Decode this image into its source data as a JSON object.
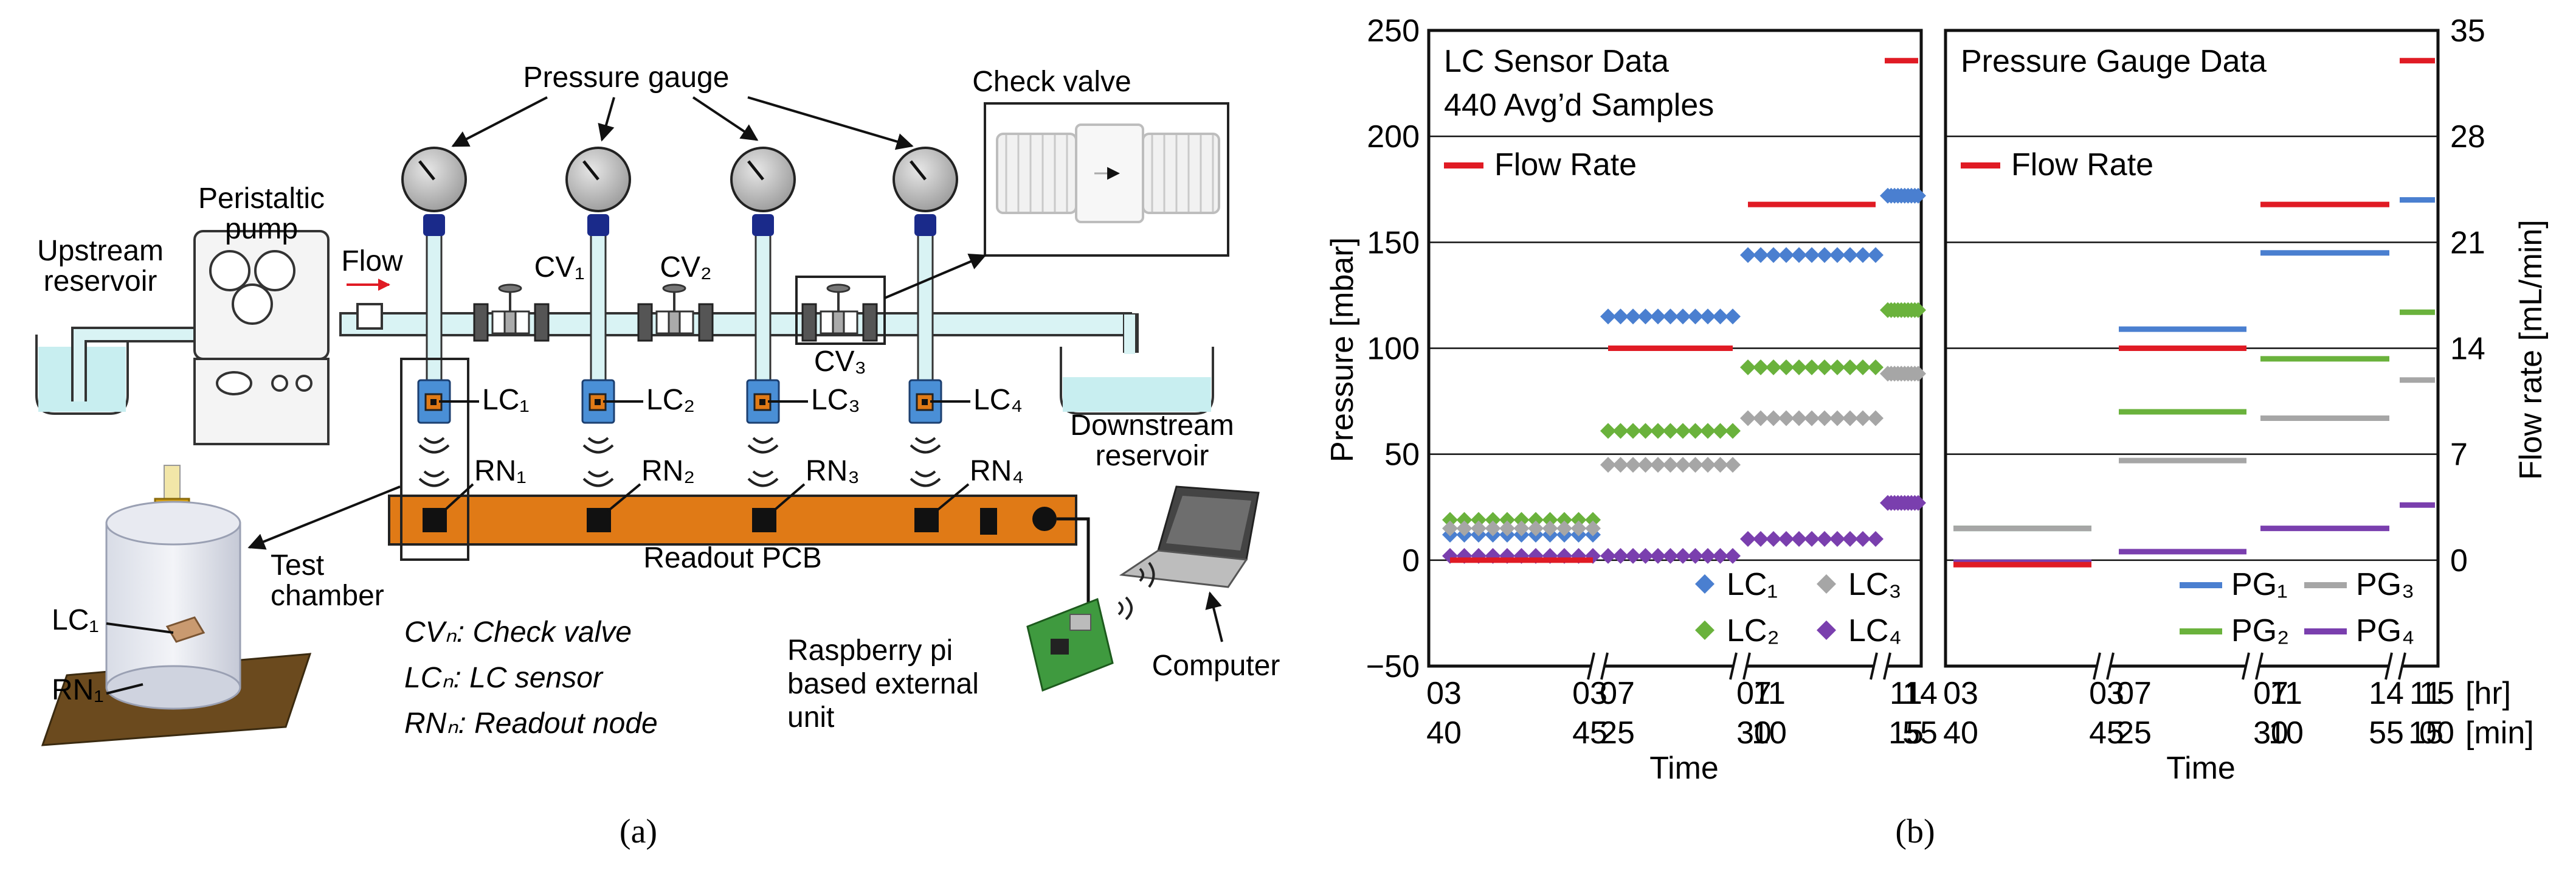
{
  "panel_a": {
    "caption": "(a)",
    "labels": {
      "pressure_gauge": "Pressure gauge",
      "check_valve": "Check valve",
      "peristaltic_pump": [
        "Peristaltic",
        "pump"
      ],
      "flow": "Flow",
      "upstream_reservoir": [
        "Upstream",
        "reservoir"
      ],
      "downstream_reservoir": [
        "Downstream",
        "reservoir"
      ],
      "cv1": "CV₁",
      "cv2": "CV₂",
      "cv3": "CV₃",
      "lc1": "LC₁",
      "lc2": "LC₂",
      "lc3": "LC₃",
      "lc4": "LC₄",
      "rn1": "RN₁",
      "rn2": "RN₂",
      "rn3": "RN₃",
      "rn4": "RN₄",
      "readout_pcb": "Readout PCB",
      "test_chamber": [
        "Test",
        "chamber"
      ],
      "chamber_lc1": "LC₁",
      "chamber_rn1": "RN₁",
      "legend_cv": "CVₙ: Check valve",
      "legend_lc": "LCₙ: LC sensor",
      "legend_rn": "RNₙ: Readout node",
      "raspberry": [
        "Raspberry pi",
        "based external",
        "unit"
      ],
      "computer": "Computer"
    },
    "colors": {
      "pipe": "#d9f3f4",
      "pipe_edge": "#333333",
      "sensor_blue": "#4a8fd6",
      "pcb_orange": "#e07a16",
      "gauge_gray": "#b5b5b5",
      "gauge_base": "#1a2a8a",
      "water": "#c8eef0"
    }
  },
  "panel_b": {
    "caption": "(b)",
    "left_title": [
      "LC Sensor Data",
      "440 Avg’d Samples"
    ],
    "right_title": "Pressure Gauge Data",
    "flow_rate_legend": "Flow Rate",
    "ylabel_left": "Pressure [mbar]",
    "ylabel_right": "Flow rate [mL/min]",
    "xlabel": "Time",
    "x_unit_hr": "[hr]",
    "x_unit_min": "[min]",
    "left_ticks": [
      "250",
      "200",
      "150",
      "100",
      "50",
      "0",
      "−50"
    ],
    "right_ticks": [
      "35",
      "28",
      "21",
      "14",
      "7",
      "0"
    ],
    "x_hours": [
      "03",
      "03",
      "07",
      "07",
      "11",
      "11",
      "14"
    ],
    "x_mins": [
      "40",
      "45",
      "25",
      "30",
      "10",
      "15",
      "55"
    ],
    "x_hours_right": [
      "03",
      "03",
      "07",
      "07",
      "11",
      "11",
      "14",
      "15"
    ],
    "x_mins_right": [
      "40",
      "45",
      "25",
      "30",
      "10",
      "15",
      "55",
      "00"
    ],
    "legend_left": [
      "LC₁",
      "LC₂",
      "LC₃",
      "LC₄"
    ],
    "legend_right": [
      "PG₁",
      "PG₂",
      "PG₃",
      "PG₄"
    ],
    "colors": {
      "s1": "#4a7fd0",
      "s2": "#6ab23c",
      "s3": "#a6a6a6",
      "s4": "#7a3fae",
      "flow": "#e01b24"
    }
  },
  "chart_data": [
    {
      "type": "scatter",
      "title": "LC Sensor Data",
      "subtitle": "440 Avg’d Samples",
      "xlabel": "Time",
      "ylabel": "Pressure [mbar]",
      "y2label": "Flow rate [mL/min]",
      "ylim": [
        -50,
        250
      ],
      "y2lim": [
        -7,
        35
      ],
      "grid": true,
      "segments": [
        "03:40–03:45",
        "07:25–07:30",
        "11:10–11:15",
        "14:55"
      ],
      "series": [
        {
          "name": "LC₁",
          "marker": "diamond",
          "values": [
            12,
            115,
            144,
            172
          ]
        },
        {
          "name": "LC₂",
          "marker": "diamond",
          "values": [
            19,
            61,
            91,
            118
          ]
        },
        {
          "name": "LC₃",
          "marker": "diamond",
          "values": [
            15,
            45,
            67,
            88
          ]
        },
        {
          "name": "LC₄",
          "marker": "diamond",
          "values": [
            2,
            2,
            10,
            27
          ]
        },
        {
          "name": "Flow Rate",
          "axis": "right",
          "marker": "line",
          "values": [
            0,
            14,
            23.5,
            33
          ]
        }
      ]
    },
    {
      "type": "line",
      "title": "Pressure Gauge Data",
      "xlabel": "Time",
      "ylabel": "Pressure [mbar]",
      "y2label": "Flow rate [mL/min]",
      "ylim": [
        -50,
        250
      ],
      "y2lim": [
        -7,
        35
      ],
      "grid": true,
      "segments": [
        "03:40–03:45",
        "07:25–07:30",
        "11:10–11:15",
        "14:55–15:00"
      ],
      "series": [
        {
          "name": "PG₁",
          "values": [
            15,
            109,
            145,
            170
          ]
        },
        {
          "name": "PG₂",
          "values": [
            15,
            70,
            95,
            117
          ]
        },
        {
          "name": "PG₃",
          "values": [
            15,
            47,
            67,
            85
          ]
        },
        {
          "name": "PG₄",
          "values": [
            -1,
            4,
            15,
            26
          ]
        },
        {
          "name": "Flow Rate",
          "axis": "right",
          "values": [
            -0.3,
            14,
            23.5,
            33
          ]
        }
      ]
    }
  ]
}
